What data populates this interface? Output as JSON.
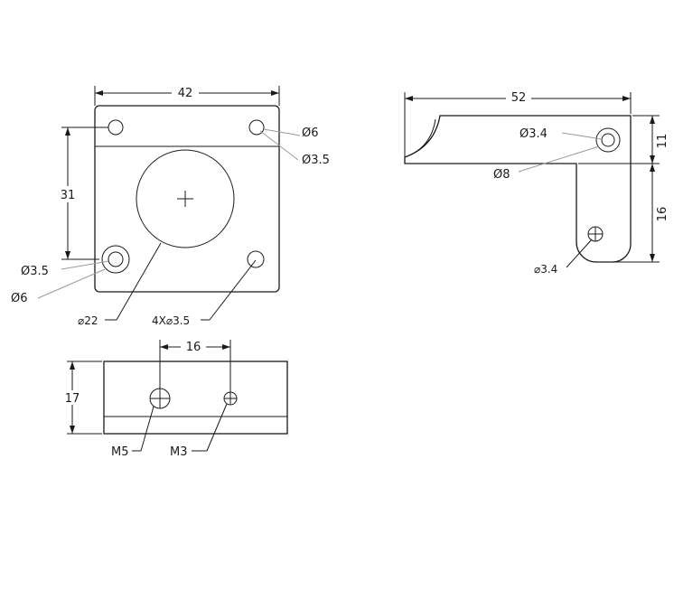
{
  "top_view": {
    "width_dim": "42",
    "height_dim": "31",
    "hole_top_inner": "Ø3.5",
    "hole_top_outer": "Ø6",
    "hole_left_inner": "Ø3.5",
    "hole_left_outer": "Ø6",
    "big_hole": "⌀22",
    "four_holes": "4X⌀3.5"
  },
  "side_view": {
    "width_dim": "52",
    "dim_top_right": "11",
    "dim_bottom_right": "16",
    "hole_top_inner": "Ø3.4",
    "hole_top_outer": "Ø8",
    "hole_bottom": "⌀3.4"
  },
  "front_view": {
    "spacing_dim": "16",
    "height_dim": "17",
    "thread_large": "M5",
    "thread_small": "M3"
  }
}
